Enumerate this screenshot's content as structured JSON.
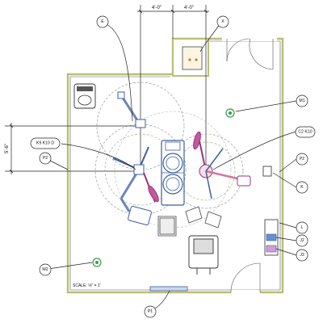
{
  "drawing": {
    "dimensions": {
      "top_left": "4'-0\"",
      "top_right": "4'-0\"",
      "left_vertical": "5'-6\""
    },
    "scale_note": "SCALE: ⅛\" = 1'",
    "tags": {
      "E": "E",
      "X": "X",
      "M1": "M1",
      "C2K10": "C2 K10",
      "K9K10D": "K9 K10 D",
      "P2_left": "P2",
      "P2_right": "P2",
      "K": "K",
      "L": "L",
      "J2": "J2",
      "J3": "J3",
      "M2": "M2",
      "P1": "P1"
    },
    "colors": {
      "wall": "#b9be74",
      "equipment": "#3b5fa0",
      "boom_magenta": "#a0307a",
      "medical_gas": "#3c9a4a",
      "outlet_orange": "#c87a2a"
    }
  }
}
